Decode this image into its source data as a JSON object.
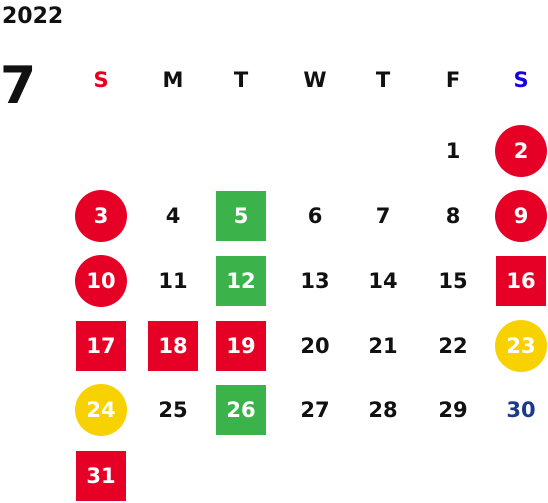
{
  "year": "2022",
  "month": "7",
  "weekdays": [
    {
      "label": "S",
      "color": "#e8001c"
    },
    {
      "label": "M",
      "color": "#111111"
    },
    {
      "label": "T",
      "color": "#111111"
    },
    {
      "label": "W",
      "color": "#111111"
    },
    {
      "label": "T",
      "color": "#111111"
    },
    {
      "label": "F",
      "color": "#111111"
    },
    {
      "label": "S",
      "color": "#1a00e0"
    }
  ],
  "colors": {
    "holiday_red": "#e60026",
    "green": "#3bb34a",
    "yellow": "#f7d100",
    "saturday_blue": "#1a3a8a",
    "plain": "#111111"
  },
  "weeks": [
    [
      null,
      null,
      null,
      null,
      null,
      {
        "day": "1",
        "style": "plain"
      },
      {
        "day": "2",
        "style": "red-circle"
      }
    ],
    [
      {
        "day": "3",
        "style": "red-circle"
      },
      {
        "day": "4",
        "style": "plain"
      },
      {
        "day": "5",
        "style": "green-square"
      },
      {
        "day": "6",
        "style": "plain"
      },
      {
        "day": "7",
        "style": "plain"
      },
      {
        "day": "8",
        "style": "plain"
      },
      {
        "day": "9",
        "style": "red-circle"
      }
    ],
    [
      {
        "day": "10",
        "style": "red-circle"
      },
      {
        "day": "11",
        "style": "plain"
      },
      {
        "day": "12",
        "style": "green-square"
      },
      {
        "day": "13",
        "style": "plain"
      },
      {
        "day": "14",
        "style": "plain"
      },
      {
        "day": "15",
        "style": "plain"
      },
      {
        "day": "16",
        "style": "red-square"
      }
    ],
    [
      {
        "day": "17",
        "style": "red-square"
      },
      {
        "day": "18",
        "style": "red-square"
      },
      {
        "day": "19",
        "style": "red-square"
      },
      {
        "day": "20",
        "style": "plain"
      },
      {
        "day": "21",
        "style": "plain"
      },
      {
        "day": "22",
        "style": "plain"
      },
      {
        "day": "23",
        "style": "yellow-circle"
      }
    ],
    [
      {
        "day": "24",
        "style": "yellow-circle"
      },
      {
        "day": "25",
        "style": "plain"
      },
      {
        "day": "26",
        "style": "green-square"
      },
      {
        "day": "27",
        "style": "plain"
      },
      {
        "day": "28",
        "style": "plain"
      },
      {
        "day": "29",
        "style": "plain"
      },
      {
        "day": "30",
        "style": "blue-text"
      }
    ],
    [
      {
        "day": "31",
        "style": "red-square"
      },
      null,
      null,
      null,
      null,
      null,
      null
    ]
  ]
}
